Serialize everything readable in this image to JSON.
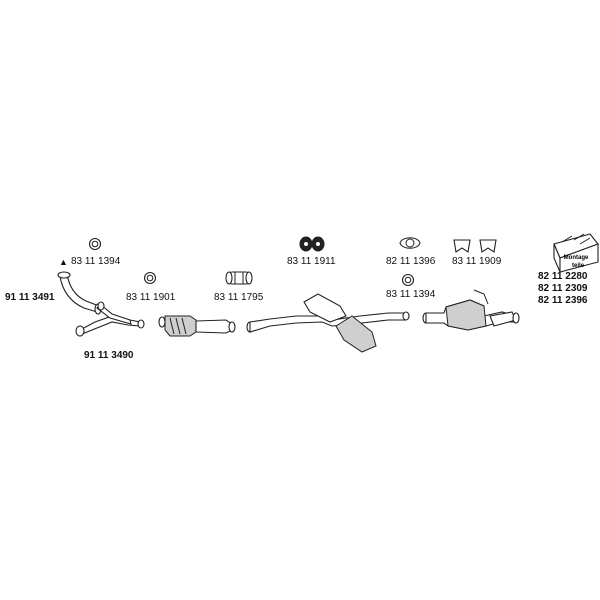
{
  "labels": {
    "p1": "83 11 1394",
    "p2": "91 11 3491",
    "p3": "91 11 3490",
    "p4": "83 11 1901",
    "p5": "83 11 1795",
    "p6": "83 11 1911",
    "p7": "82 11 1396",
    "p8": "83 11 1909",
    "p9": "83 11 1394",
    "p10": "82 11 2280",
    "p11": "82 11 2309",
    "p12": "82 11 2396"
  },
  "montage_box": {
    "line1": "Montage",
    "line2": "teile"
  },
  "marker_symbol": "▲"
}
